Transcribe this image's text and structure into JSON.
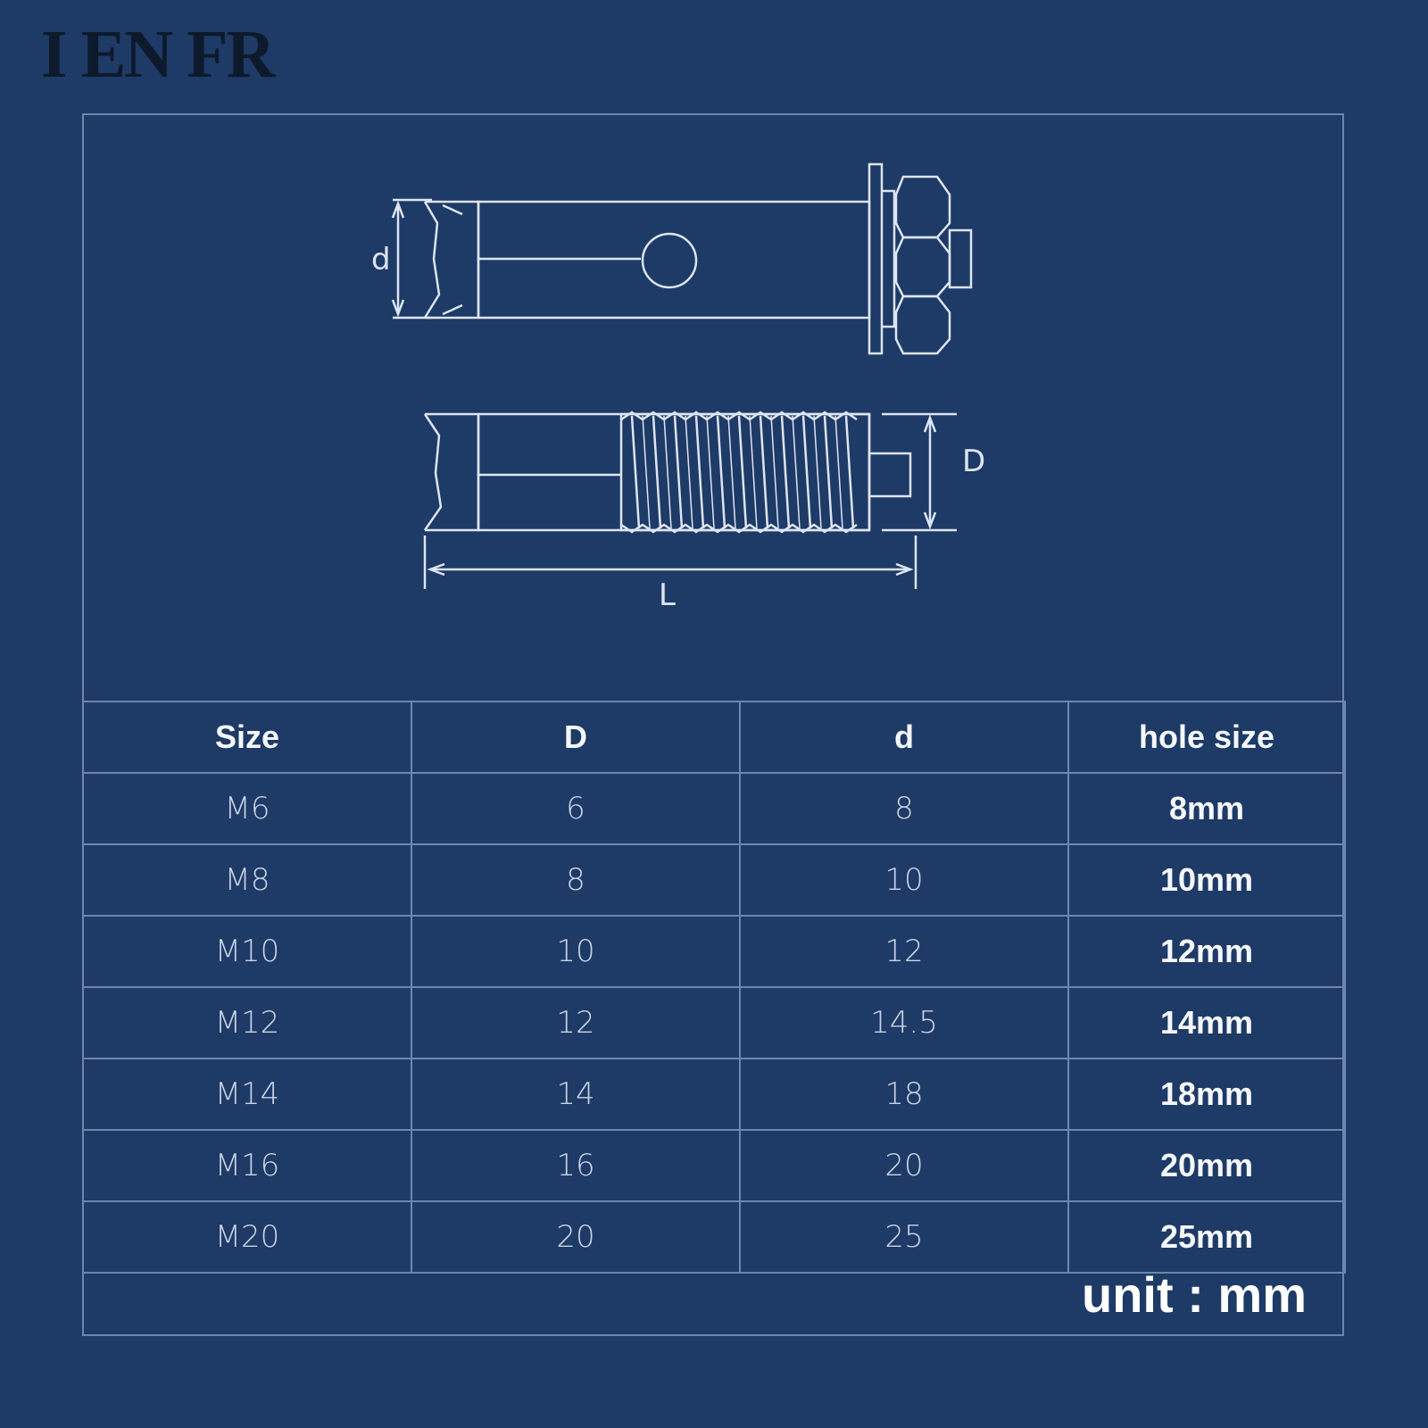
{
  "brand": "I EN FR",
  "diagram": {
    "label_d": "d",
    "label_D": "D",
    "label_L": "L"
  },
  "table": {
    "headers": [
      "Size",
      "D",
      "d",
      "hole size"
    ],
    "rows": [
      [
        "M6",
        "6",
        "8",
        "8mm"
      ],
      [
        "M8",
        "8",
        "10",
        "10mm"
      ],
      [
        "M10",
        "10",
        "12",
        "12mm"
      ],
      [
        "M12",
        "12",
        "14.5",
        "14mm"
      ],
      [
        "M14",
        "14",
        "18",
        "18mm"
      ],
      [
        "M16",
        "16",
        "20",
        "20mm"
      ],
      [
        "M20",
        "20",
        "25",
        "25mm"
      ]
    ]
  },
  "unit_note": "unit : mm",
  "colors": {
    "background": "#1e3a66",
    "line": "#dde5f2",
    "grid": "#6d86ac"
  }
}
